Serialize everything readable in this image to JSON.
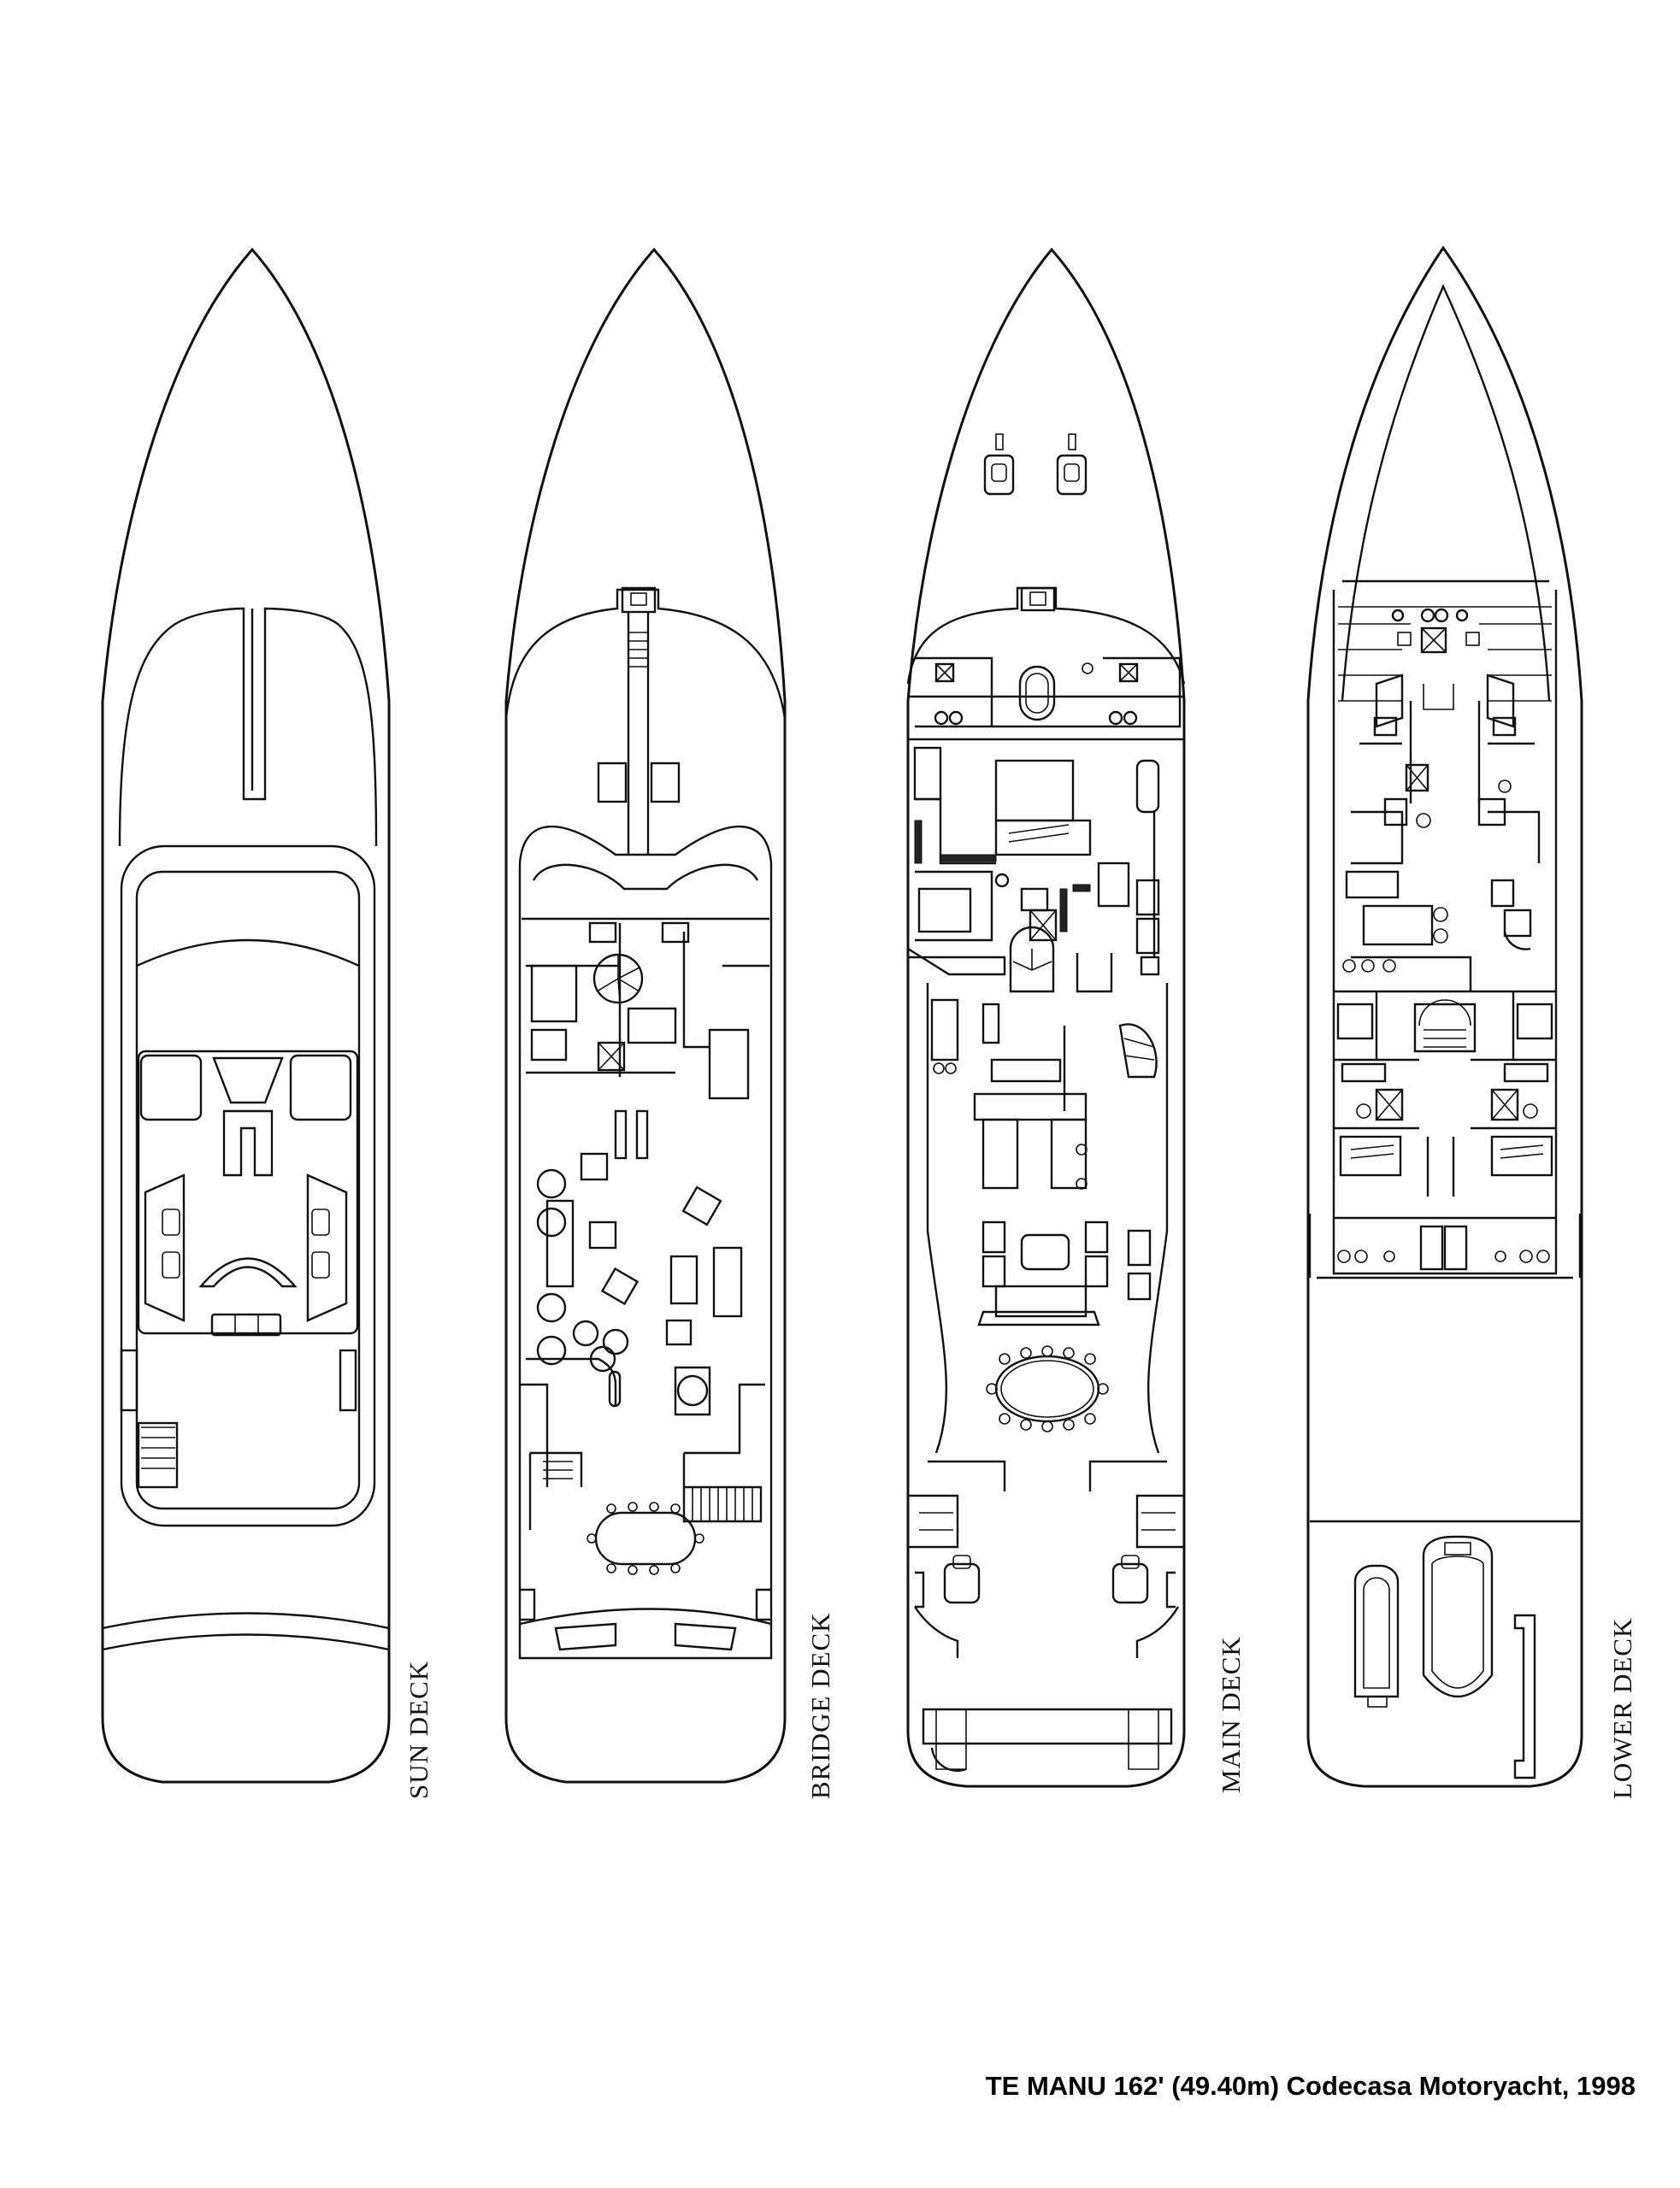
{
  "decks": [
    {
      "id": "sun",
      "label": "SUN DECK"
    },
    {
      "id": "bridge",
      "label": "BRIDGE DECK"
    },
    {
      "id": "main",
      "label": "MAIN DECK"
    },
    {
      "id": "lower",
      "label": "LOWER DECK"
    }
  ],
  "caption": "TE MANU 162' (49.40m) Codecasa Motoryacht, 1998",
  "colors": {
    "ink": "#111111",
    "paper": "#ffffff"
  }
}
